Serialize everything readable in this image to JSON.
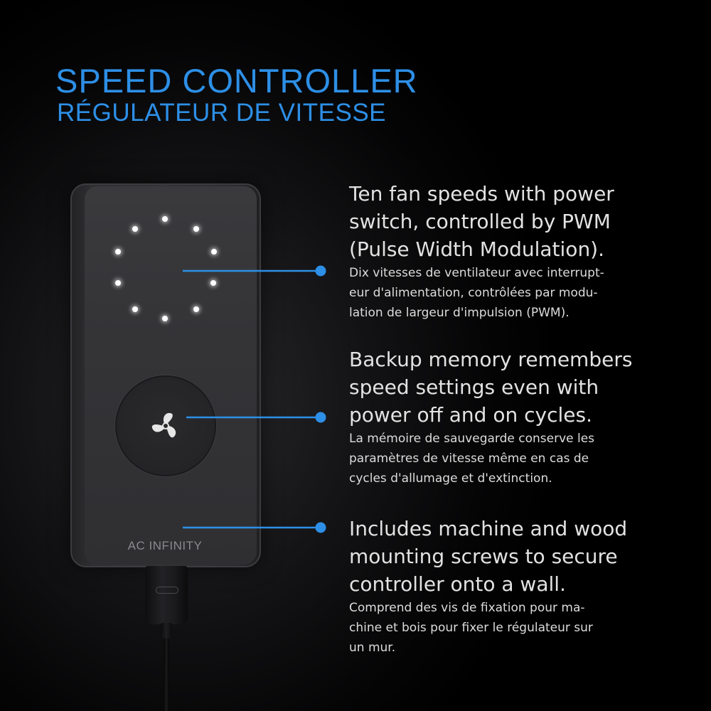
{
  "header": {
    "title": "SPEED CONTROLLER",
    "subtitle": "RÉGULATEUR DE VITESSE"
  },
  "device": {
    "brand": "AC INFINITY",
    "led_count": 10,
    "button_icon": "fan-icon",
    "port_icon": "usb-c-port-icon"
  },
  "features": [
    {
      "en_lines": [
        "Ten fan speeds with power",
        "switch, controlled by PWM",
        "(Pulse Width Modulation)."
      ],
      "fr_lines": [
        "Dix vitesses de ventilateur avec interrupt-",
        "eur d'alimentation, contrôlées par modu-",
        "lation de largeur d'impulsion (PWM)."
      ]
    },
    {
      "en_lines": [
        "Backup memory remembers",
        "speed settings even with",
        "power off and on cycles."
      ],
      "fr_lines": [
        "La mémoire de sauvegarde conserve les",
        "paramètres de vitesse même en cas de",
        "cycles d'allumage et d'extinction."
      ]
    },
    {
      "en_lines": [
        "Includes machine and wood",
        "mounting screws to secure",
        "controller onto a wall."
      ],
      "fr_lines": [
        "Comprend des vis de fixation pour ma-",
        "chine et bois pour fixer le régulateur sur",
        "un mur."
      ]
    }
  ],
  "colors": {
    "accent": "#2d8fe6",
    "background": "#000000",
    "led": "#ffffff"
  }
}
